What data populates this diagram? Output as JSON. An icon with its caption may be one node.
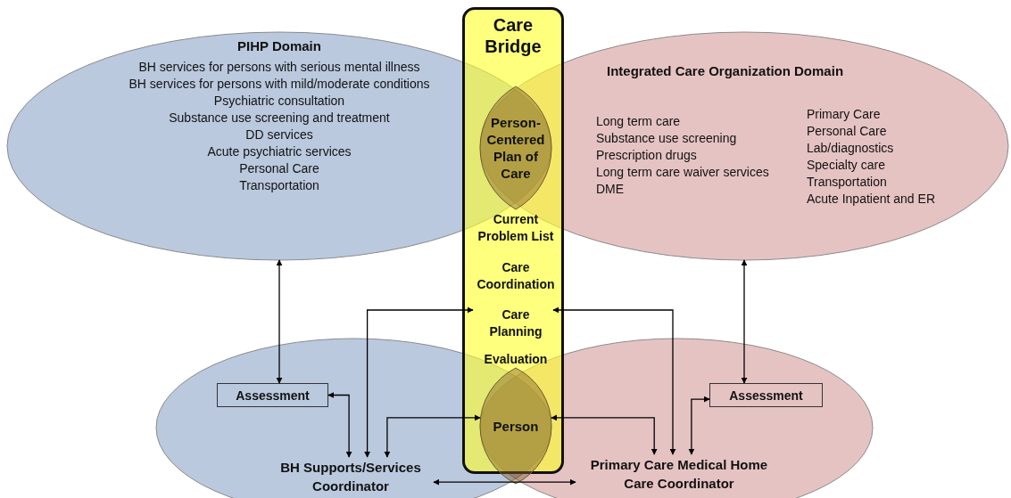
{
  "diagram": {
    "nodes": [
      {
        "text": [
          "PIHP Domain",
          "BH services for persons with serious mental illness",
          "BH services for persons with mild/moderate conditions",
          "Psychiatric consultation",
          "Substance use screening and treatment",
          "DD services",
          "Acute psychiatric services",
          "Personal Care",
          "Transportation"
        ]
      },
      {
        "text": [
          "Care Bridge"
        ]
      },
      {
        "text": [
          "Person-Centered Plan of Care"
        ]
      },
      {
        "text": [
          "Integrated Care Organization Domain",
          "Long term care",
          "Substance use screening",
          "Prescription drugs",
          "Long term care waiver services",
          "DME",
          "Primary Care",
          "Personal Care",
          "Lab/diagnostics",
          "Specialty care",
          "Transportation",
          "Acute Inpatient and ER"
        ]
      },
      {
        "text": [
          "Current Problem List"
        ],
        "in": 1
      },
      {
        "text": [
          "Care Coordination"
        ],
        "in": 1
      },
      {
        "text": [
          "Care Planning"
        ],
        "in": 1
      },
      {
        "text": [
          "Evaluation"
        ],
        "in": 1
      },
      {
        "text": [],
        "shape": "ellipse"
      },
      {
        "text": [],
        "shape": "ellipse"
      },
      {
        "text": [
          "Assessment"
        ],
        "in": 8
      },
      {
        "text": [
          "Person"
        ]
      },
      {
        "text": [
          "Assessment"
        ],
        "in": 9
      },
      {
        "text": [
          "BH Supports/Services Coordinator"
        ],
        "in": 8
      },
      {
        "text": [
          "Primary Care Medical Home Care Coordinator"
        ],
        "in": 9
      }
    ],
    "edges": [
      {
        "from": 0,
        "to": 10,
        "arrow": "both"
      },
      {
        "from": 3,
        "to": 12,
        "arrow": "both"
      },
      {
        "from": 10,
        "to": 13,
        "arrow": "both"
      },
      {
        "from": 13,
        "to": 6,
        "arrow": "both"
      },
      {
        "from": 13,
        "to": 11,
        "arrow": "both"
      },
      {
        "from": 14,
        "to": 11,
        "arrow": "both"
      },
      {
        "from": 14,
        "to": 6,
        "arrow": "both"
      },
      {
        "from": 14,
        "to": 12,
        "arrow": "both"
      },
      {
        "from": 13,
        "to": 14,
        "arrow": "both"
      }
    ]
  }
}
